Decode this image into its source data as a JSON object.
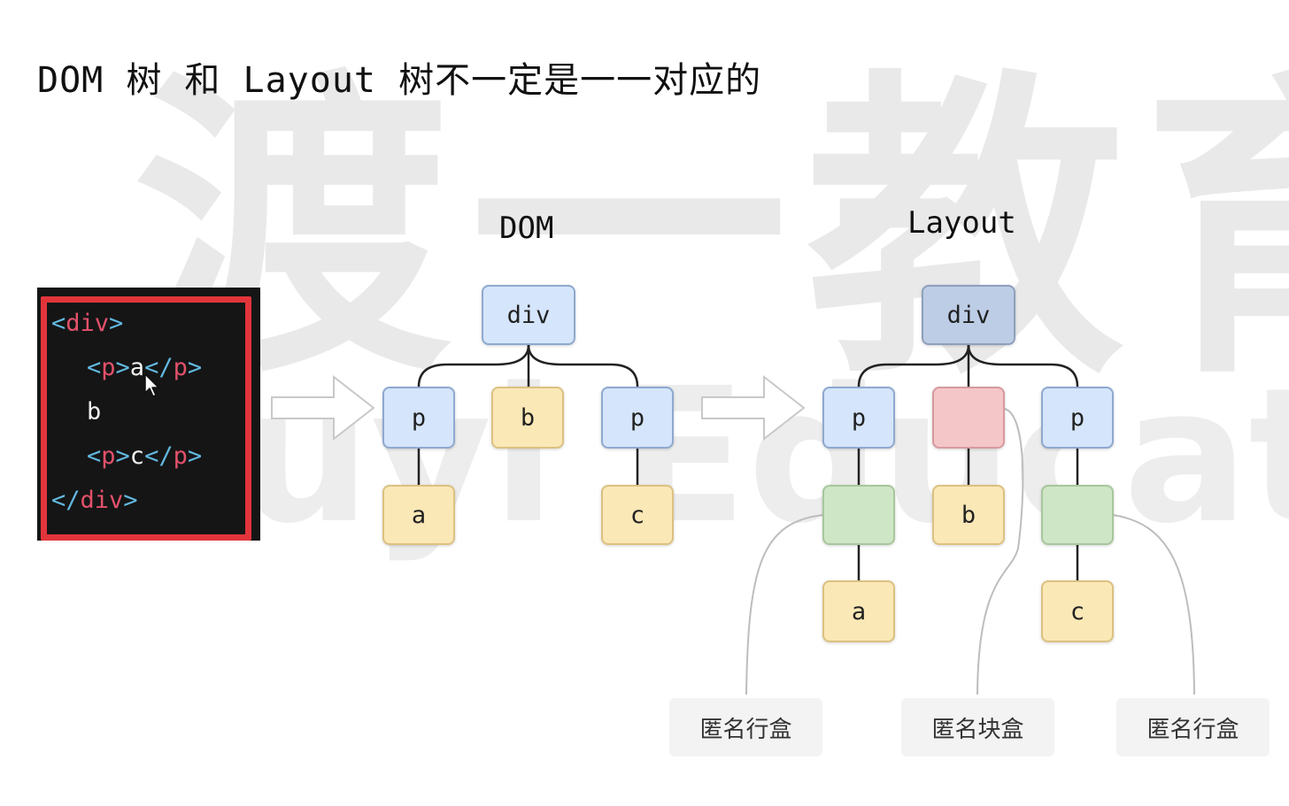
{
  "title": "DOM 树 和 Layout 树不一定是一一对应的",
  "watermark": {
    "top_text": "渡一教育",
    "bottom_text": "Duyi Education"
  },
  "code": {
    "line1_open": "<",
    "line1_tag": "div",
    "line1_close": ">",
    "line2_open": "<",
    "line2_tag": "p",
    "line2_close": ">",
    "line2_text": "a",
    "line2_end_open": "</",
    "line2_end_tag": "p",
    "line2_end_close": ">",
    "line3_text": "b",
    "line4_open": "<",
    "line4_tag": "p",
    "line4_close": ">",
    "line4_text": "c",
    "line4_end_open": "</",
    "line4_end_tag": "p",
    "line4_end_close": ">",
    "line5_open": "</",
    "line5_tag": "div",
    "line5_close": ">"
  },
  "dom_tree": {
    "label": "DOM",
    "root": "div",
    "p_left": "p",
    "text_b": "b",
    "p_right": "p",
    "text_a": "a",
    "text_c": "c"
  },
  "layout_tree": {
    "label": "Layout",
    "root": "div",
    "p_left": "p",
    "p_right": "p",
    "text_a": "a",
    "text_b": "b",
    "text_c": "c"
  },
  "annotations": {
    "anon_inline_left": "匿名行盒",
    "anon_block": "匿名块盒",
    "anon_inline_right": "匿名行盒"
  },
  "colors": {
    "element_node": "#d5e5fb",
    "text_node": "#fbe8b7",
    "anonymous_inline_box": "#cfe6c6",
    "anonymous_block_box": "#f4c6c8",
    "code_frame": "#e2353b"
  }
}
